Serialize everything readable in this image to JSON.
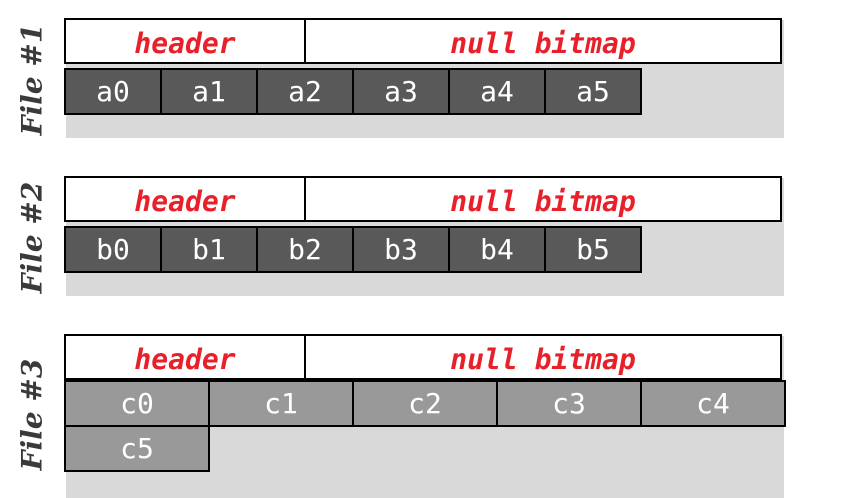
{
  "files": [
    {
      "label": "File #1",
      "header": "header",
      "null_bitmap": "null bitmap",
      "rows": [
        {
          "cells": [
            "a0",
            "a1",
            "a2",
            "a3",
            "a4",
            "a5"
          ]
        }
      ]
    },
    {
      "label": "File #2",
      "header": "header",
      "null_bitmap": "null bitmap",
      "rows": [
        {
          "cells": [
            "b0",
            "b1",
            "b2",
            "b3",
            "b4",
            "b5"
          ]
        }
      ]
    },
    {
      "label": "File #3",
      "header": "header",
      "null_bitmap": "null bitmap",
      "rows": [
        {
          "cells": [
            "c0",
            "c1",
            "c2",
            "c3",
            "c4"
          ]
        },
        {
          "cells": [
            "c5"
          ]
        }
      ]
    }
  ],
  "colors": {
    "header_text": "#e8202a",
    "dark_cell": "#595959",
    "light_cell": "#999999",
    "shadow": "#d9d9d9"
  }
}
